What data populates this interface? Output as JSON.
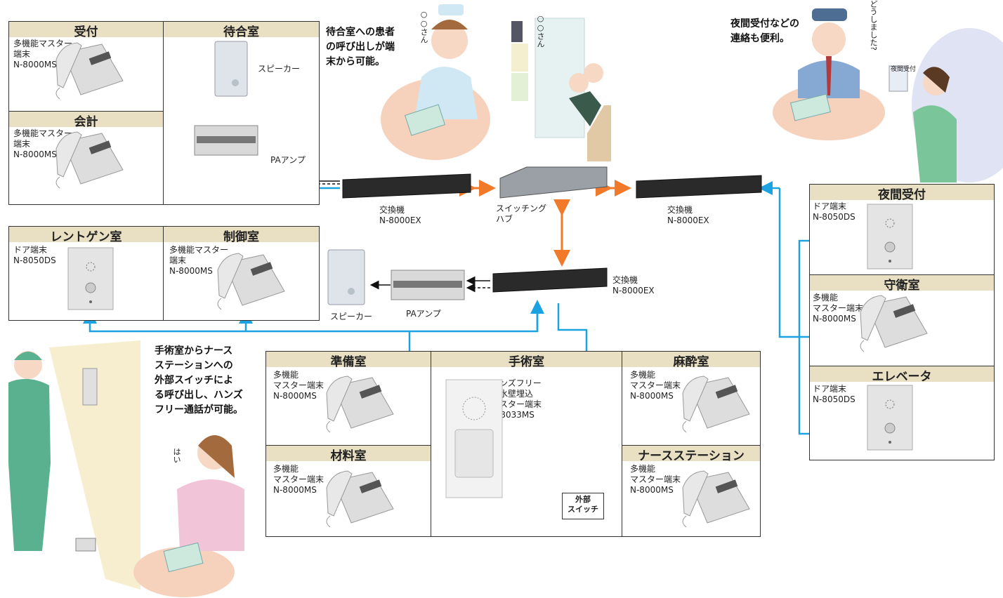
{
  "rooms": {
    "reception": {
      "title": "受付",
      "device": "多機能マスター\n端末\nN-8000MS"
    },
    "waiting": {
      "title": "待合室",
      "speaker": "スピーカー",
      "amp": "PAアンプ"
    },
    "accounting": {
      "title": "会計",
      "device": "多機能マスター\n端末\nN-8000MS"
    },
    "xray": {
      "title": "レントゲン室",
      "device": "ドア端末\nN-8050DS"
    },
    "control": {
      "title": "制御室",
      "device": "多機能マスター\n端末\nN-8000MS"
    },
    "prep": {
      "title": "準備室",
      "device": "多機能\nマスター端末\nN-8000MS"
    },
    "surgery": {
      "title": "手術室",
      "device": "ハンズフリー\n防水壁埋込\nマスター端末\nN-8033MS",
      "ext_switch": "外部\nスイッチ"
    },
    "anesthesia": {
      "title": "麻酔室",
      "device": "多機能\nマスター端末\nN-8000MS"
    },
    "materials": {
      "title": "材料室",
      "device": "多機能\nマスター端末\nN-8000MS"
    },
    "nurse": {
      "title": "ナースステーション",
      "device": "多機能\nマスター端末\nN-8000MS"
    },
    "night": {
      "title": "夜間受付",
      "device": "ドア端末\nN-8050DS"
    },
    "guard": {
      "title": "守衛室",
      "device": "多機能\nマスター端末\nN-8000MS"
    },
    "elevator": {
      "title": "エレベータ",
      "device": "ドア端末\nN-8050DS"
    }
  },
  "equipment": {
    "exchange_left": "交換機\nN-8000EX",
    "switching_hub": "スイッチング\nハブ",
    "exchange_right": "交換機\nN-8000EX",
    "exchange_center": "交換機\nN-8000EX",
    "amp_center": "PAアンプ",
    "speaker_center": "スピーカー"
  },
  "notes": {
    "waiting_call": "待合室への患者\nの呼び出しが端\n末から可能。",
    "night_contact": "夜間受付などの\n連絡も便利。",
    "surgery_call": "手術室からナース\nステーションへの\n外部スイッチによ\nる呼び出し、ハンズ\nフリー通話が可能。"
  },
  "speech": {
    "nurse_call": "○○さん",
    "patient_call": "○○さん",
    "guard_ask": "どうしました?",
    "nurse_reply": "はい",
    "night_panel": "夜間受付"
  },
  "colors": {
    "blue_line": "#1aa3e0",
    "orange_line": "#f07a2a",
    "header_bg": "#e9dfc3",
    "skin": "#f6d2bd"
  }
}
